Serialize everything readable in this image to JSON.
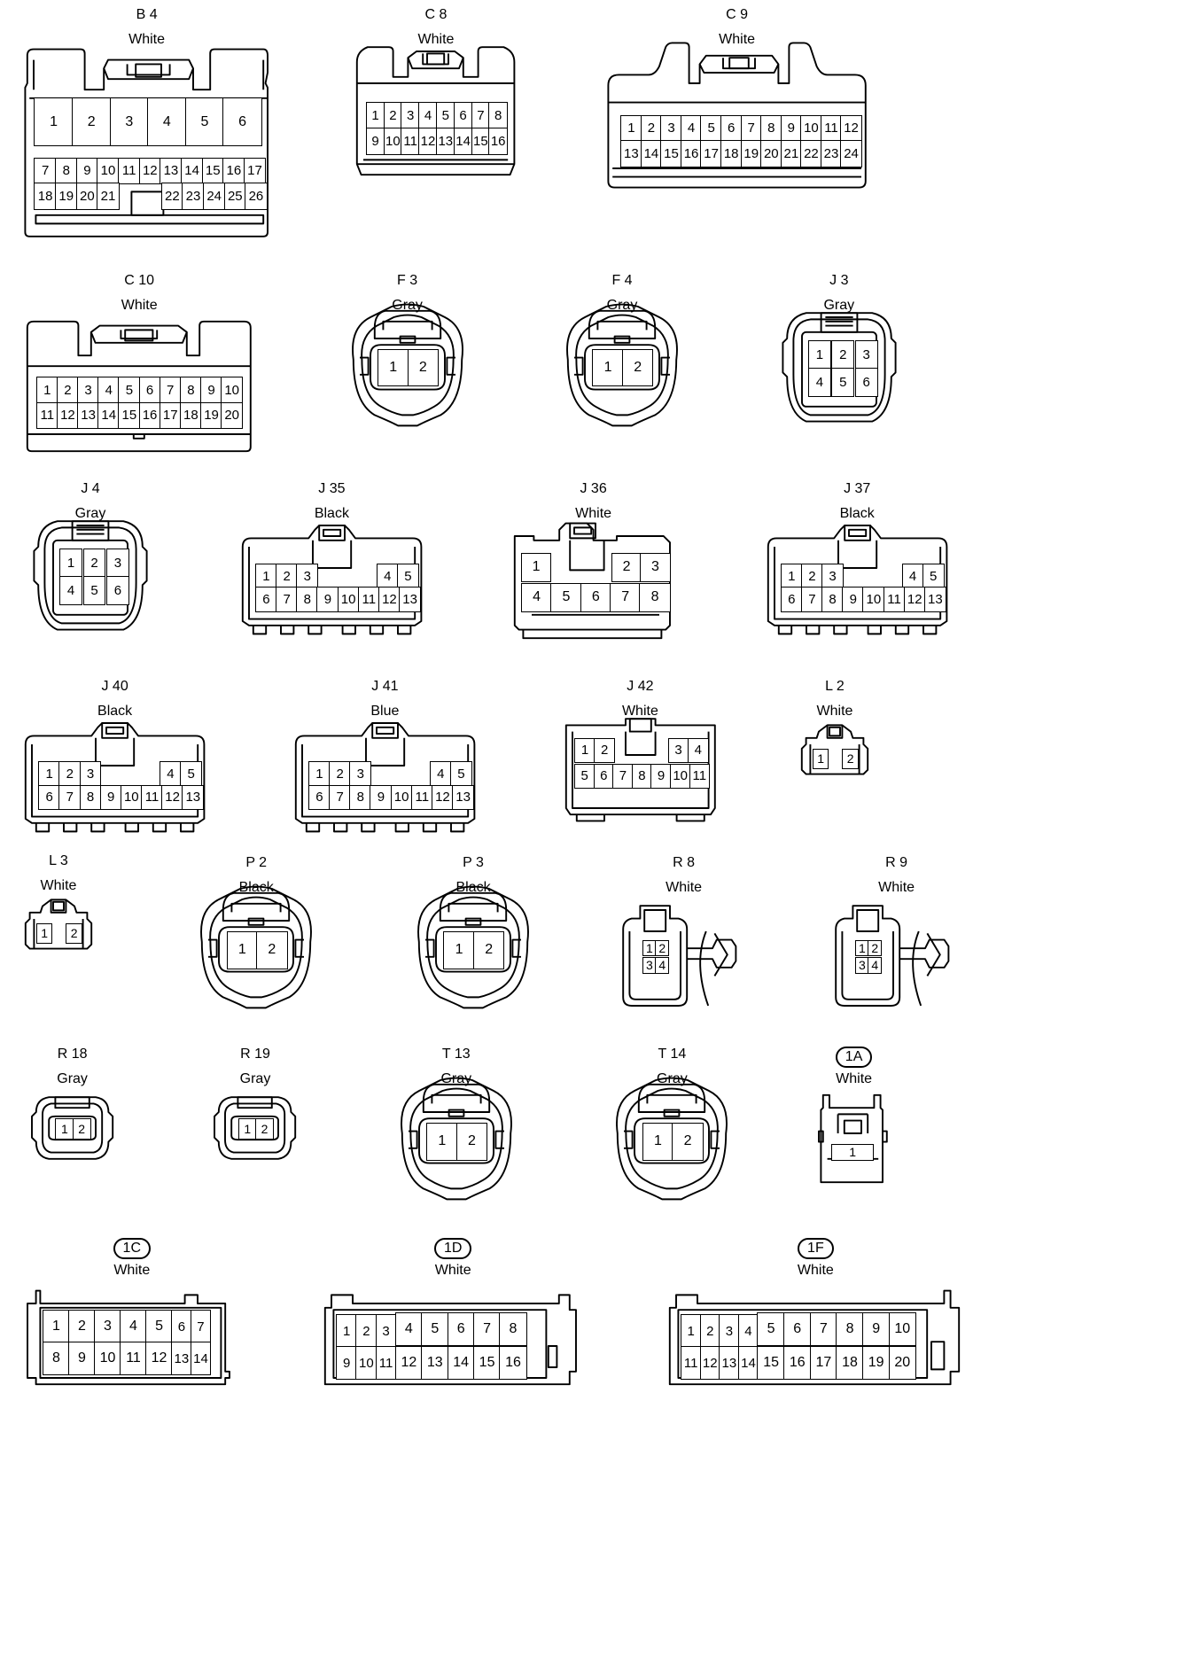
{
  "connectors": {
    "B4": {
      "code": "B 4",
      "color": "White",
      "pins": [
        "1",
        "2",
        "3",
        "4",
        "5",
        "6",
        "7",
        "8",
        "9",
        "10",
        "11",
        "12",
        "13",
        "14",
        "15",
        "16",
        "17",
        "18",
        "19",
        "20",
        "21",
        "22",
        "23",
        "24",
        "25",
        "26"
      ]
    },
    "C8": {
      "code": "C 8",
      "color": "White",
      "pins": [
        "1",
        "2",
        "3",
        "4",
        "5",
        "6",
        "7",
        "8",
        "9",
        "10",
        "11",
        "12",
        "13",
        "14",
        "15",
        "16"
      ]
    },
    "C9": {
      "code": "C 9",
      "color": "White",
      "pins": [
        "1",
        "2",
        "3",
        "4",
        "5",
        "6",
        "7",
        "8",
        "9",
        "10",
        "11",
        "12",
        "13",
        "14",
        "15",
        "16",
        "17",
        "18",
        "19",
        "20",
        "21",
        "22",
        "23",
        "24"
      ]
    },
    "C10": {
      "code": "C 10",
      "color": "White",
      "pins": [
        "1",
        "2",
        "3",
        "4",
        "5",
        "6",
        "7",
        "8",
        "9",
        "10",
        "11",
        "12",
        "13",
        "14",
        "15",
        "16",
        "17",
        "18",
        "19",
        "20"
      ]
    },
    "F3": {
      "code": "F 3",
      "color": "Gray",
      "pins": [
        "1",
        "2"
      ]
    },
    "F4": {
      "code": "F 4",
      "color": "Gray",
      "pins": [
        "1",
        "2"
      ]
    },
    "J3": {
      "code": "J 3",
      "color": "Gray",
      "pins": [
        "1",
        "2",
        "3",
        "4",
        "5",
        "6"
      ]
    },
    "J4": {
      "code": "J 4",
      "color": "Gray",
      "pins": [
        "1",
        "2",
        "3",
        "4",
        "5",
        "6"
      ]
    },
    "J35": {
      "code": "J 35",
      "color": "Black",
      "pins": [
        "1",
        "2",
        "3",
        "4",
        "5",
        "6",
        "7",
        "8",
        "9",
        "10",
        "11",
        "12",
        "13"
      ]
    },
    "J36": {
      "code": "J 36",
      "color": "White",
      "pins": [
        "1",
        "2",
        "3",
        "4",
        "5",
        "6",
        "7",
        "8"
      ]
    },
    "J37": {
      "code": "J 37",
      "color": "Black",
      "pins": [
        "1",
        "2",
        "3",
        "4",
        "5",
        "6",
        "7",
        "8",
        "9",
        "10",
        "11",
        "12",
        "13"
      ]
    },
    "J40": {
      "code": "J 40",
      "color": "Black",
      "pins": [
        "1",
        "2",
        "3",
        "4",
        "5",
        "6",
        "7",
        "8",
        "9",
        "10",
        "11",
        "12",
        "13"
      ]
    },
    "J41": {
      "code": "J 41",
      "color": "Blue",
      "pins": [
        "1",
        "2",
        "3",
        "4",
        "5",
        "6",
        "7",
        "8",
        "9",
        "10",
        "11",
        "12",
        "13"
      ]
    },
    "J42": {
      "code": "J 42",
      "color": "White",
      "pins": [
        "1",
        "2",
        "3",
        "4",
        "5",
        "6",
        "7",
        "8",
        "9",
        "10",
        "11"
      ]
    },
    "L2": {
      "code": "L 2",
      "color": "White",
      "pins": [
        "1",
        "2"
      ]
    },
    "L3": {
      "code": "L 3",
      "color": "White",
      "pins": [
        "1",
        "2"
      ]
    },
    "P2": {
      "code": "P 2",
      "color": "Black",
      "pins": [
        "1",
        "2"
      ]
    },
    "P3": {
      "code": "P 3",
      "color": "Black",
      "pins": [
        "1",
        "2"
      ]
    },
    "R8": {
      "code": "R 8",
      "color": "White",
      "pins": [
        "1",
        "2",
        "3",
        "4"
      ]
    },
    "R9": {
      "code": "R 9",
      "color": "White",
      "pins": [
        "1",
        "2",
        "3",
        "4"
      ]
    },
    "R18": {
      "code": "R 18",
      "color": "Gray",
      "pins": [
        "1",
        "2"
      ]
    },
    "R19": {
      "code": "R 19",
      "color": "Gray",
      "pins": [
        "1",
        "2"
      ]
    },
    "T13": {
      "code": "T 13",
      "color": "Gray",
      "pins": [
        "1",
        "2"
      ]
    },
    "T14": {
      "code": "T 14",
      "color": "Gray",
      "pins": [
        "1",
        "2"
      ]
    },
    "1A": {
      "code": "1A",
      "color": "White",
      "pins": [
        "1"
      ]
    },
    "1C": {
      "code": "1C",
      "color": "White",
      "pins": [
        "1",
        "2",
        "3",
        "4",
        "5",
        "6",
        "7",
        "8",
        "9",
        "10",
        "11",
        "12",
        "13",
        "14"
      ]
    },
    "1D": {
      "code": "1D",
      "color": "White",
      "pins": [
        "1",
        "2",
        "3",
        "4",
        "5",
        "6",
        "7",
        "8",
        "9",
        "10",
        "11",
        "12",
        "13",
        "14",
        "15",
        "16"
      ]
    },
    "1F": {
      "code": "1F",
      "color": "White",
      "pins": [
        "1",
        "2",
        "3",
        "4",
        "5",
        "6",
        "7",
        "8",
        "9",
        "10",
        "11",
        "12",
        "13",
        "14",
        "15",
        "16",
        "17",
        "18",
        "19",
        "20"
      ]
    }
  }
}
